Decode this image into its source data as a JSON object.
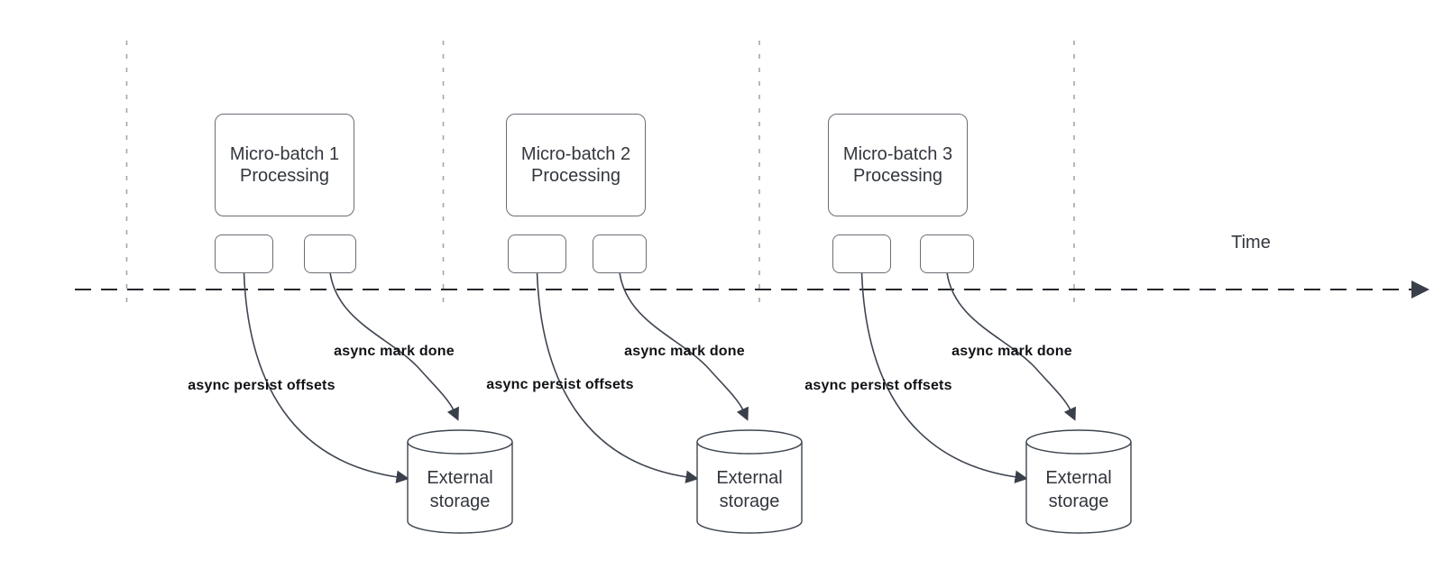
{
  "colors": {
    "ink": "#33373d",
    "label_ink": "#101216",
    "line": "#3f4650",
    "shape_border": "#696e75",
    "gridline": "#a6a6a6",
    "axis": "#26282c",
    "background": "#ffffff"
  },
  "time_axis": {
    "label": "Time"
  },
  "sections": [
    {
      "box_label": "Micro-batch 1\nProcessing",
      "persist_arrow_label": "async persist offsets",
      "mark_done_arrow_label": "async mark done",
      "storage_label": "External\nstorage"
    },
    {
      "box_label": "Micro-batch 2\nProcessing",
      "persist_arrow_label": "async persist offsets",
      "mark_done_arrow_label": "async mark done",
      "storage_label": "External\nstorage"
    },
    {
      "box_label": "Micro-batch 3\nProcessing",
      "persist_arrow_label": "async persist offsets",
      "mark_done_arrow_label": "async mark done",
      "storage_label": "External\nstorage"
    }
  ]
}
